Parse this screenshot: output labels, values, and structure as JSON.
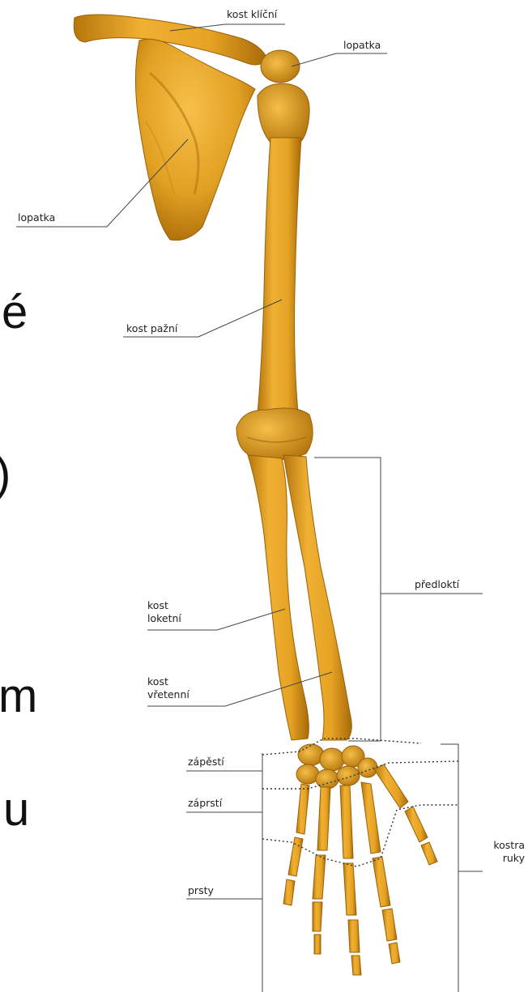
{
  "labels": {
    "clavicle": "kost klíční",
    "scapula_top": "lopatka",
    "scapula_left": "lopatka",
    "humerus": "kost pažní",
    "forearm": "předloktí",
    "ulna_line1": "kost",
    "ulna_line2": "loketní",
    "radius_line1": "kost",
    "radius_line2": "vřetenní",
    "wrist": "zápěstí",
    "metacarpus": "záprstí",
    "fingers": "prsty",
    "hand_line1": "kostra",
    "hand_line2": "ruky"
  },
  "cropped_text": {
    "line1": "é",
    "line2": ")",
    "line3": "m",
    "line4": "u"
  },
  "colors": {
    "bone_light": "#f2b233",
    "bone": "#dd9a1a",
    "bone_dark": "#a86a08",
    "leader_line": "#444444"
  }
}
